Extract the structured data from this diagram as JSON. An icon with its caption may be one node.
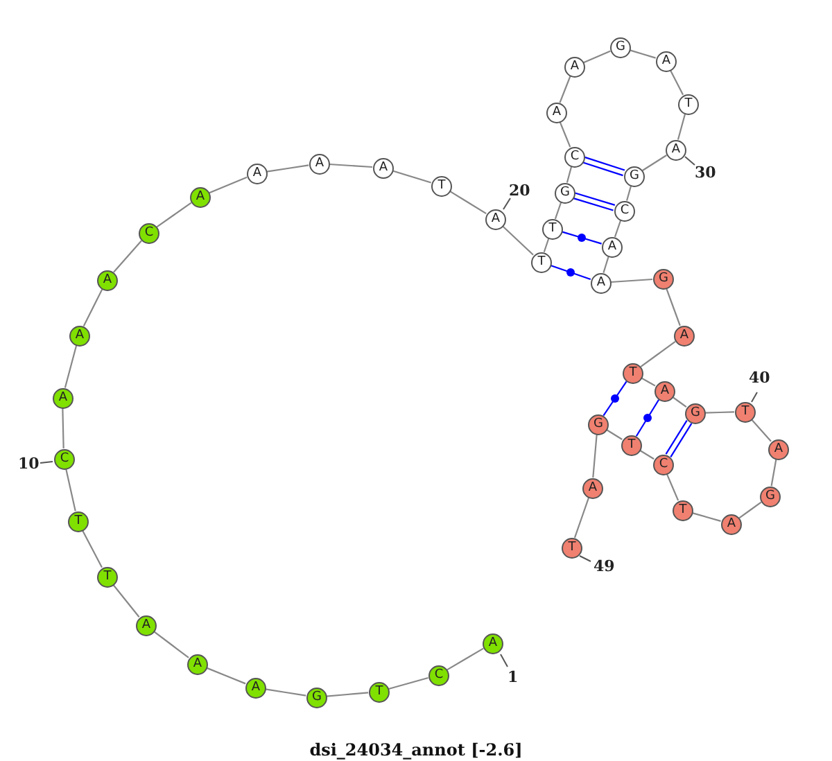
{
  "diagram": {
    "caption": "dsi_24034_annot [-2.6]",
    "nodes": [
      {
        "text": [
          "A"
        ],
        "beside": [
          "1"
        ]
      },
      {
        "text": [
          "C"
        ]
      },
      {
        "text": [
          "T"
        ]
      },
      {
        "text": [
          "G"
        ]
      },
      {
        "text": [
          "A"
        ]
      },
      {
        "text": [
          "A"
        ]
      },
      {
        "text": [
          "A"
        ]
      },
      {
        "text": [
          "T"
        ]
      },
      {
        "text": [
          "T"
        ]
      },
      {
        "text": [
          "C"
        ],
        "beside": [
          "10"
        ]
      },
      {
        "text": [
          "A"
        ]
      },
      {
        "text": [
          "A"
        ]
      },
      {
        "text": [
          "A"
        ]
      },
      {
        "text": [
          "C"
        ]
      },
      {
        "text": [
          "A"
        ]
      },
      {
        "text": [
          "A"
        ]
      },
      {
        "text": [
          "A"
        ]
      },
      {
        "text": [
          "A"
        ]
      },
      {
        "text": [
          "T"
        ]
      },
      {
        "text": [
          "A"
        ],
        "beside": [
          "20"
        ]
      },
      {
        "text": [
          "T"
        ]
      },
      {
        "text": [
          "T"
        ]
      },
      {
        "text": [
          "G"
        ]
      },
      {
        "text": [
          "C"
        ]
      },
      {
        "text": [
          "A"
        ]
      },
      {
        "text": [
          "A"
        ]
      },
      {
        "text": [
          "G"
        ]
      },
      {
        "text": [
          "A"
        ]
      },
      {
        "text": [
          "T"
        ]
      },
      {
        "text": [
          "A"
        ],
        "beside": [
          "30"
        ]
      },
      {
        "text": [
          "G"
        ]
      },
      {
        "text": [
          "C"
        ]
      },
      {
        "text": [
          "A"
        ]
      },
      {
        "text": [
          "A"
        ]
      },
      {
        "text": [
          "G"
        ]
      },
      {
        "text": [
          "A"
        ]
      },
      {
        "text": [
          "T"
        ]
      },
      {
        "text": [
          "A"
        ]
      },
      {
        "text": [
          "G"
        ]
      },
      {
        "text": [
          "T"
        ],
        "beside": [
          "40"
        ]
      },
      {
        "text": [
          "A"
        ]
      },
      {
        "text": [
          "G"
        ]
      },
      {
        "text": [
          "A"
        ]
      },
      {
        "text": [
          "T"
        ]
      },
      {
        "text": [
          "C"
        ]
      },
      {
        "text": [
          "T"
        ]
      },
      {
        "text": [
          "G"
        ]
      },
      {
        "text": [
          "A"
        ]
      },
      {
        "text": [
          "T"
        ],
        "beside": [
          "49"
        ]
      }
    ],
    "edges": [
      {
        "from": 0,
        "to": 1,
        "arrow": "none"
      },
      {
        "from": 1,
        "to": 2,
        "arrow": "none"
      },
      {
        "from": 2,
        "to": 3,
        "arrow": "none"
      },
      {
        "from": 3,
        "to": 4,
        "arrow": "none"
      },
      {
        "from": 4,
        "to": 5,
        "arrow": "none"
      },
      {
        "from": 5,
        "to": 6,
        "arrow": "none"
      },
      {
        "from": 6,
        "to": 7,
        "arrow": "none"
      },
      {
        "from": 7,
        "to": 8,
        "arrow": "none"
      },
      {
        "from": 8,
        "to": 9,
        "arrow": "none"
      },
      {
        "from": 9,
        "to": 10,
        "arrow": "none"
      },
      {
        "from": 10,
        "to": 11,
        "arrow": "none"
      },
      {
        "from": 11,
        "to": 12,
        "arrow": "none"
      },
      {
        "from": 12,
        "to": 13,
        "arrow": "none"
      },
      {
        "from": 13,
        "to": 14,
        "arrow": "none"
      },
      {
        "from": 14,
        "to": 15,
        "arrow": "none"
      },
      {
        "from": 15,
        "to": 16,
        "arrow": "none"
      },
      {
        "from": 16,
        "to": 17,
        "arrow": "none"
      },
      {
        "from": 17,
        "to": 18,
        "arrow": "none"
      },
      {
        "from": 18,
        "to": 19,
        "arrow": "none"
      },
      {
        "from": 19,
        "to": 20,
        "arrow": "none"
      },
      {
        "from": 20,
        "to": 21,
        "arrow": "none"
      },
      {
        "from": 21,
        "to": 22,
        "arrow": "none"
      },
      {
        "from": 22,
        "to": 23,
        "arrow": "none"
      },
      {
        "from": 23,
        "to": 24,
        "arrow": "none"
      },
      {
        "from": 24,
        "to": 25,
        "arrow": "none"
      },
      {
        "from": 25,
        "to": 26,
        "arrow": "none"
      },
      {
        "from": 26,
        "to": 27,
        "arrow": "none"
      },
      {
        "from": 27,
        "to": 28,
        "arrow": "none"
      },
      {
        "from": 28,
        "to": 29,
        "arrow": "none"
      },
      {
        "from": 29,
        "to": 30,
        "arrow": "none"
      },
      {
        "from": 30,
        "to": 31,
        "arrow": "none"
      },
      {
        "from": 31,
        "to": 32,
        "arrow": "none"
      },
      {
        "from": 32,
        "to": 33,
        "arrow": "none"
      },
      {
        "from": 33,
        "to": 34,
        "arrow": "none"
      },
      {
        "from": 34,
        "to": 35,
        "arrow": "none"
      },
      {
        "from": 35,
        "to": 36,
        "arrow": "none"
      },
      {
        "from": 36,
        "to": 37,
        "arrow": "none"
      },
      {
        "from": 37,
        "to": 38,
        "arrow": "none"
      },
      {
        "from": 38,
        "to": 39,
        "arrow": "none"
      },
      {
        "from": 39,
        "to": 40,
        "arrow": "none"
      },
      {
        "from": 40,
        "to": 41,
        "arrow": "none"
      },
      {
        "from": 41,
        "to": 42,
        "arrow": "none"
      },
      {
        "from": 42,
        "to": 43,
        "arrow": "none"
      },
      {
        "from": 43,
        "to": 44,
        "arrow": "none"
      },
      {
        "from": 44,
        "to": 45,
        "arrow": "none"
      },
      {
        "from": 45,
        "to": 46,
        "arrow": "none"
      },
      {
        "from": 46,
        "to": 47,
        "arrow": "none"
      },
      {
        "from": 47,
        "to": 48,
        "arrow": "none"
      },
      {
        "from": 20,
        "to": 33,
        "arrow": "none",
        "color": "#0000ff"
      },
      {
        "from": 21,
        "to": 32,
        "arrow": "none",
        "color": "#0000ff"
      },
      {
        "from": 22,
        "to": 31,
        "arrow": "none",
        "color": "#0000ff"
      },
      {
        "from": 23,
        "to": 30,
        "arrow": "none",
        "color": "#0000ff"
      },
      {
        "from": 36,
        "to": 46,
        "arrow": "none",
        "color": "#0000ff"
      },
      {
        "from": 37,
        "to": 45,
        "arrow": "none",
        "color": "#0000ff"
      },
      {
        "from": 38,
        "to": 44,
        "arrow": "none",
        "color": "#0000ff"
      }
    ]
  }
}
